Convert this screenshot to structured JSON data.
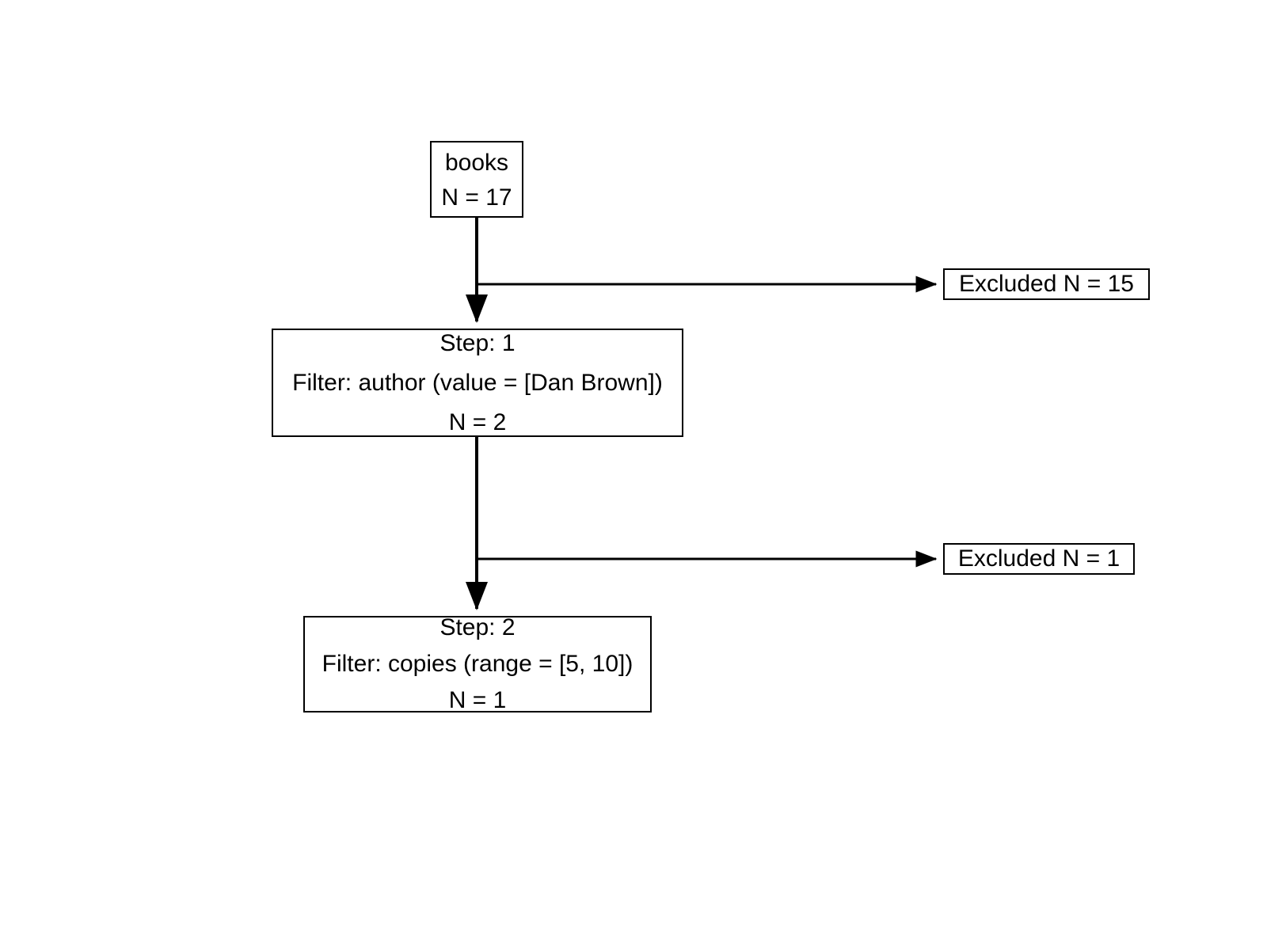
{
  "diagram": {
    "type": "flowchart",
    "title": "books cohort filtering flow",
    "background_color": "#ffffff",
    "line_color": "#000000",
    "text_color": "#000000",
    "nodes": {
      "source": {
        "label": "books",
        "count_label": "N = 17"
      },
      "step_1": {
        "step_label": "Step: 1",
        "filter_label": "Filter: author (value = [Dan Brown])",
        "count_label": "N = 2"
      },
      "step_2": {
        "step_label": "Step: 2",
        "filter_label": "Filter: copies (range = [5, 10])",
        "count_label": "N = 1"
      },
      "excluded_1": {
        "label": "Excluded N = 15"
      },
      "excluded_2": {
        "label": "Excluded N = 1"
      }
    }
  }
}
